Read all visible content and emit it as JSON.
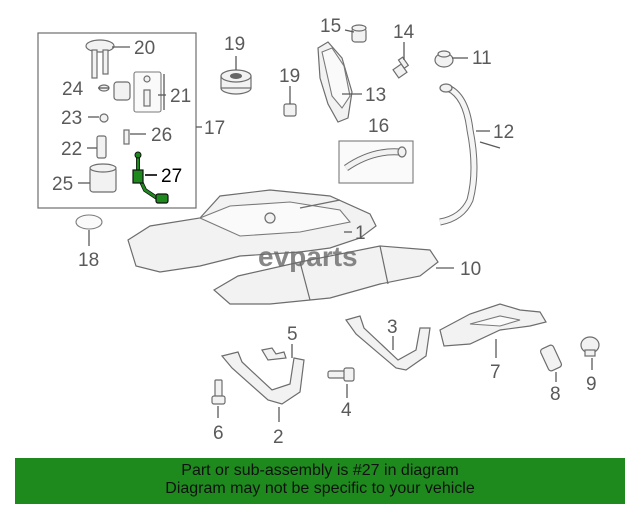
{
  "diagram": {
    "watermark": "evparts",
    "highlight_color": "#1e8a1e",
    "highlighted_part": "27",
    "callouts": [
      "20",
      "24",
      "21",
      "23",
      "26",
      "22",
      "17",
      "27",
      "25",
      "19",
      "19",
      "15",
      "14",
      "11",
      "13",
      "16",
      "12",
      "1",
      "18",
      "10",
      "5",
      "3",
      "7",
      "4",
      "6",
      "2",
      "8",
      "9"
    ]
  },
  "banner": {
    "line1": "Part or sub-assembly is #27 in diagram",
    "line2": "Diagram may not be specific to your vehicle"
  }
}
